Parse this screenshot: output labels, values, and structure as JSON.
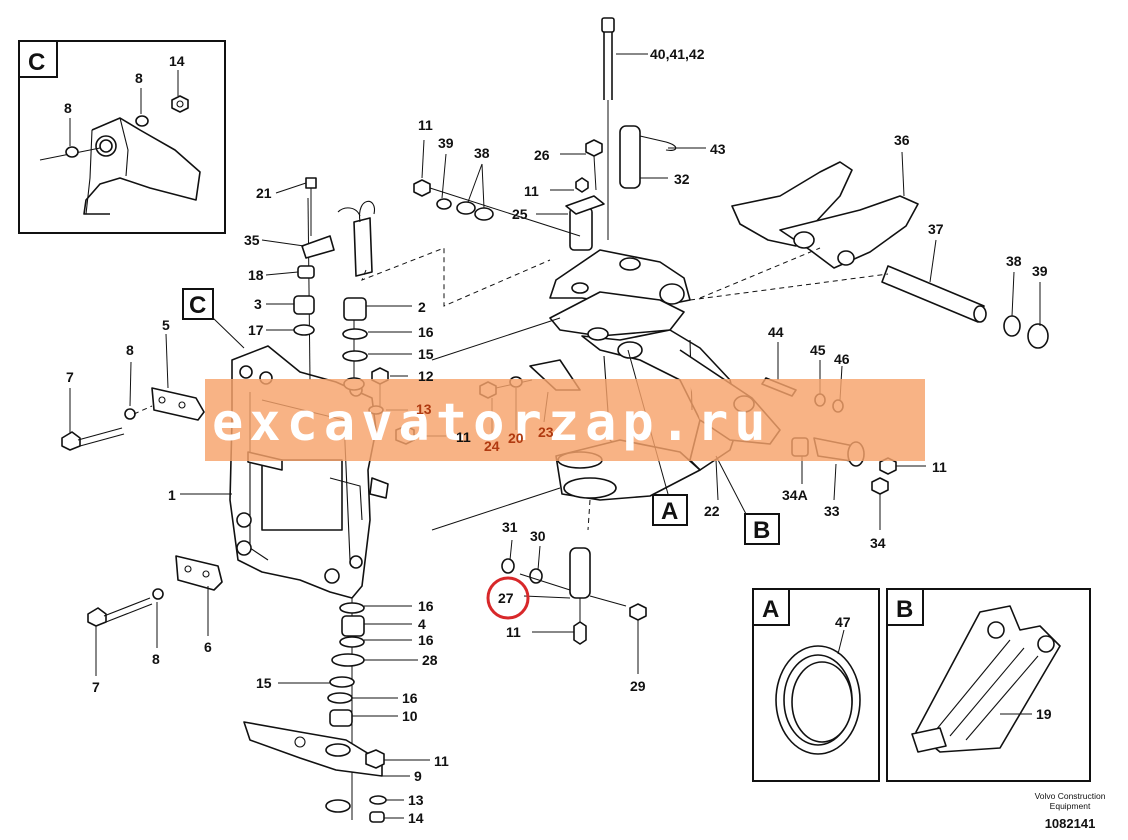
{
  "callouts": {
    "n1": "1",
    "n2": "2",
    "n3": "3",
    "n4": "4",
    "n5": "5",
    "n6": "6",
    "n7a": "7",
    "n7b": "7",
    "n8a": "8",
    "n8b": "8",
    "n9": "9",
    "n10": "10",
    "n11a": "11",
    "n11b": "11",
    "n11c": "11",
    "n11d": "11",
    "n11e": "11",
    "n11f": "11",
    "n12": "12",
    "n13a": "13",
    "n13b": "13",
    "n14": "14",
    "n15a": "15",
    "n15b": "15",
    "n16a": "16",
    "n16b": "16",
    "n16c": "16",
    "n16d": "16",
    "n17": "17",
    "n18": "18",
    "n19": "19",
    "n20": "20",
    "n21": "21",
    "n22": "22",
    "n23": "23",
    "n24": "24",
    "n25": "25",
    "n26": "26",
    "n27": "27",
    "n28": "28",
    "n29": "29",
    "n30": "30",
    "n31": "31",
    "n32": "32",
    "n33": "33",
    "n34": "34",
    "n34a": "34A",
    "n35": "35",
    "n36": "36",
    "n37": "37",
    "n38a": "38",
    "n38b": "38",
    "n39a": "39",
    "n39b": "39",
    "n40": "40,41,42",
    "n43": "43",
    "n44": "44",
    "n45": "45",
    "n46": "46",
    "n47": "47",
    "detail_c_8a": "8",
    "detail_c_8b": "8",
    "detail_c_14": "14"
  },
  "detail_labels": {
    "c_box": "C",
    "c_main": "C",
    "a_main": "A",
    "b_main": "B",
    "a_box": "A",
    "b_box": "B"
  },
  "highlight": {
    "part": "27",
    "color": "#d8282a"
  },
  "watermark": {
    "text": "excavatorzap.ru",
    "color": "#f7a26a"
  },
  "footer": {
    "manufacturer": "Volvo Construction Equipment",
    "drawing_number": "1082141"
  }
}
